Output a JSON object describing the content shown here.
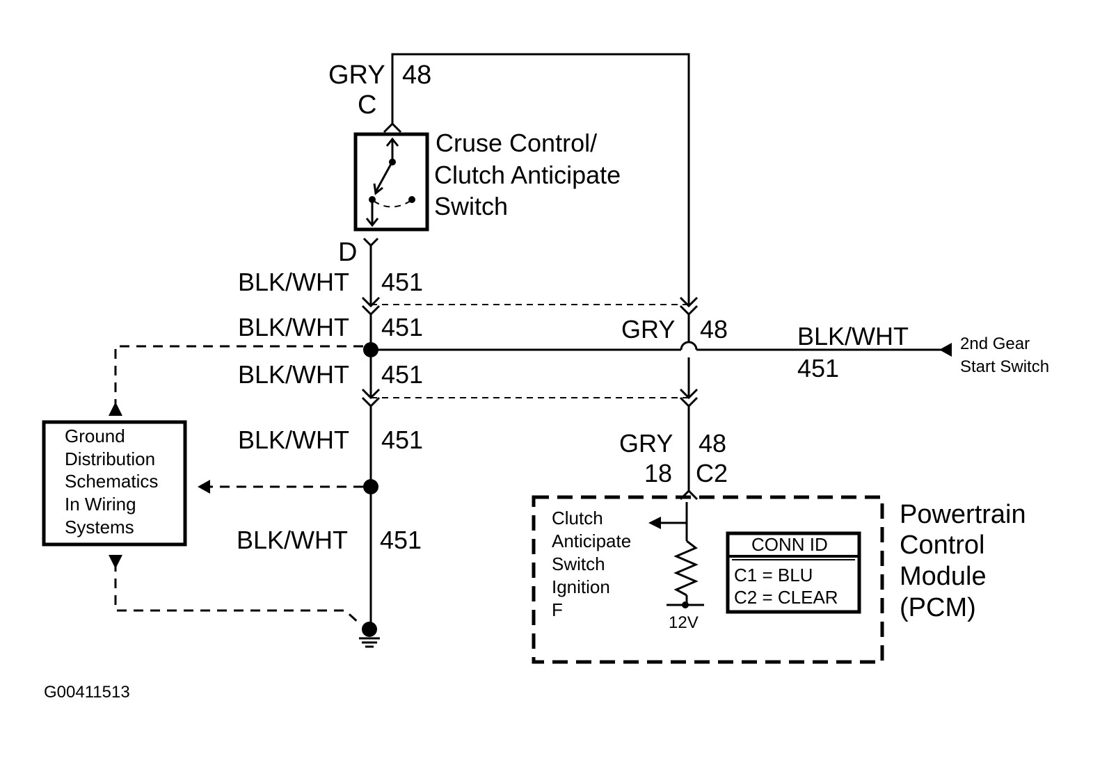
{
  "top_connector": {
    "color": "GRY",
    "circuit": "48",
    "pin": "C"
  },
  "switch": {
    "label_lines": [
      "Cruse Control/",
      "Clutch Anticipate",
      "Switch"
    ],
    "pin": "D"
  },
  "wires": {
    "blk_wht_1": {
      "color": "BLK/WHT",
      "circuit": "451"
    },
    "blk_wht_2": {
      "color": "BLK/WHT",
      "circuit": "451"
    },
    "blk_wht_3": {
      "color": "BLK/WHT",
      "circuit": "451"
    },
    "blk_wht_4": {
      "color": "BLK/WHT",
      "circuit": "451"
    },
    "blk_wht_5": {
      "color": "BLK/WHT",
      "circuit": "451"
    },
    "gry_mid": {
      "color": "GRY",
      "circuit": "48"
    },
    "gry_low": {
      "color": "GRY",
      "circuit": "48"
    },
    "right_branch": {
      "color": "BLK/WHT",
      "circuit": "451"
    }
  },
  "second_gear": {
    "lines": [
      "2nd Gear",
      "Start Switch"
    ]
  },
  "ground_box": {
    "lines": [
      "Ground",
      "Distribution",
      "Schematics",
      "In Wiring",
      "Systems"
    ]
  },
  "pcm": {
    "pin_number": "18",
    "connector": "C2",
    "title_lines": [
      "Powertrain",
      "Control",
      "Module",
      "(PCM)"
    ],
    "input_lines": [
      "Clutch",
      "Anticipate",
      "Switch",
      "Ignition",
      "F"
    ],
    "voltage": "12V",
    "conn_id": {
      "title": "CONN ID",
      "rows": [
        "C1 = BLU",
        "C2 = CLEAR"
      ]
    }
  },
  "figure_id": "G00411513"
}
